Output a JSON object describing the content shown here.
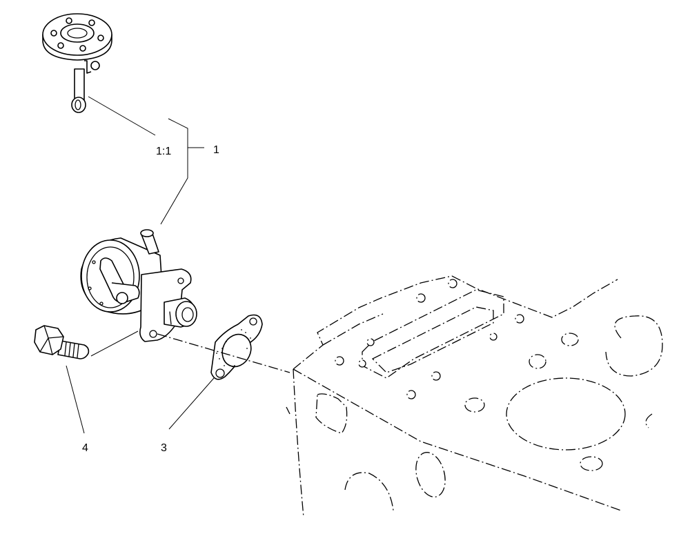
{
  "callouts": {
    "sub_item": "1:1",
    "item_1": "1",
    "item_3": "3",
    "item_4": "4"
  },
  "parts": [
    {
      "id": "1:1",
      "icon": "actuator-plate-with-lever-icon"
    },
    {
      "id": "1",
      "icon": "fuel-pump-assembly-icon"
    },
    {
      "id": "3",
      "icon": "gasket-icon"
    },
    {
      "id": "4",
      "icon": "banjo-bolt-icon"
    }
  ],
  "background": {
    "icon": "engine-block-chain-line-icon"
  }
}
